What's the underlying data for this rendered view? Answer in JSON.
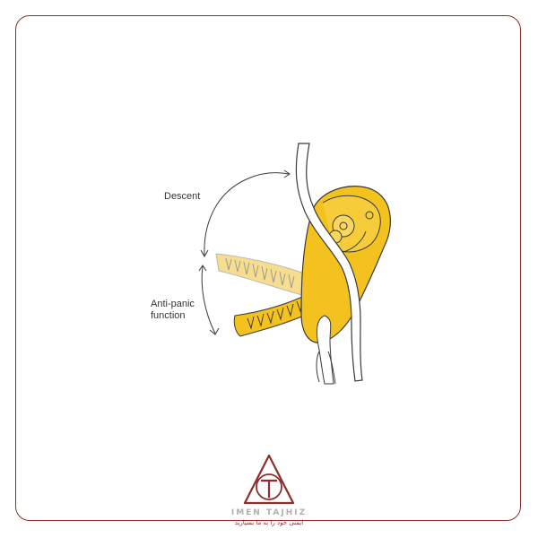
{
  "diagram": {
    "labels": {
      "descent": "Descent",
      "anti_panic_line1": "Anti-panic",
      "anti_panic_line2": "function"
    },
    "colors": {
      "device_yellow": "#f4c21f",
      "handle_faded": "#f7dd8e",
      "outline": "#3a3a3a",
      "frame": "#8f2d2a"
    }
  },
  "brand": {
    "name": "IMEN TAJHIZ",
    "tagline": "ایمنی خود را به ما بسپارید",
    "logo_icon": "t-triangle-logo-icon"
  }
}
